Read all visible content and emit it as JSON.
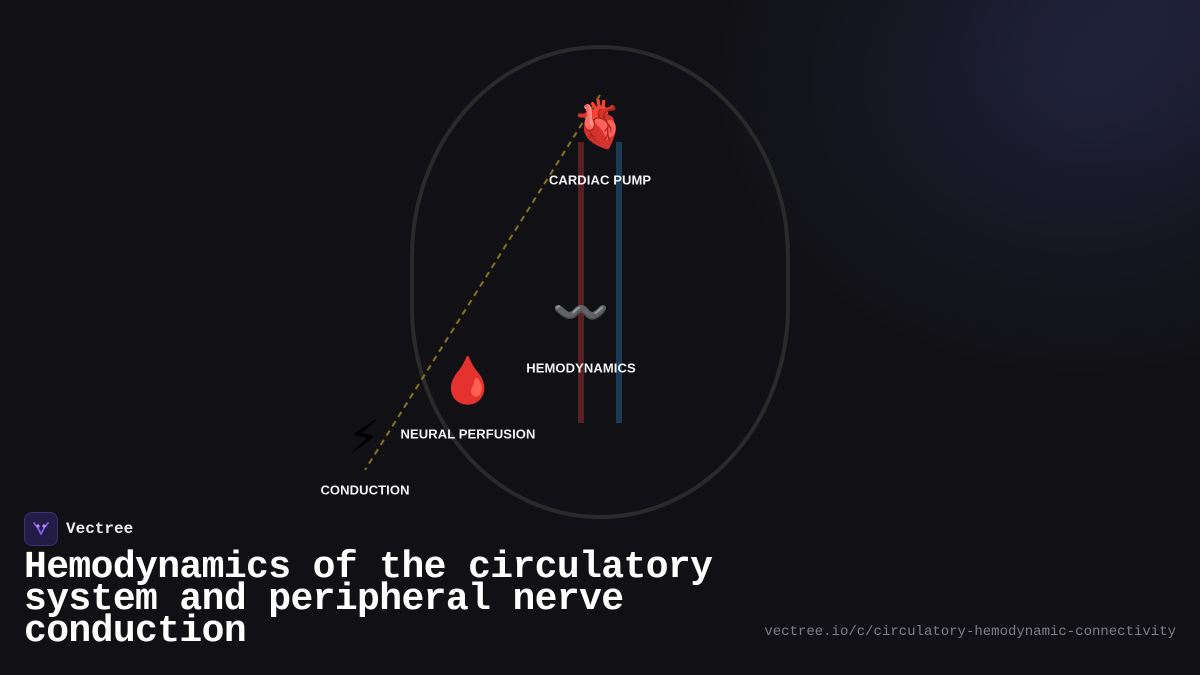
{
  "diagram": {
    "nodes": [
      {
        "id": "cardiac_pump",
        "label": "CARDIAC PUMP",
        "icon": "anatomical-heart-icon",
        "glyph": "🫀"
      },
      {
        "id": "hemodynamics",
        "label": "HEMODYNAMICS",
        "icon": "wavy-dash-icon",
        "glyph": "〰️"
      },
      {
        "id": "neural_perfusion",
        "label": "NEURAL PERFUSION",
        "icon": "blood-drop-icon",
        "glyph": "🩸"
      },
      {
        "id": "conduction",
        "label": "CONDUCTION",
        "icon": "lightning-bolt-icon",
        "glyph": "⚡"
      }
    ],
    "colors": {
      "outline": "#2a2a2a",
      "connector": "#8a7420",
      "artery": "#5a1f24",
      "vein": "#1d3a55"
    }
  },
  "brand": {
    "name": "Vectree",
    "logo_icon": "vectree-logo-icon",
    "logo_color": "#8a5cf0"
  },
  "title": "Hemodynamics of the circulatory system and peripheral nerve conduction",
  "url": "vectree.io/c/circulatory-hemodynamic-connectivity"
}
